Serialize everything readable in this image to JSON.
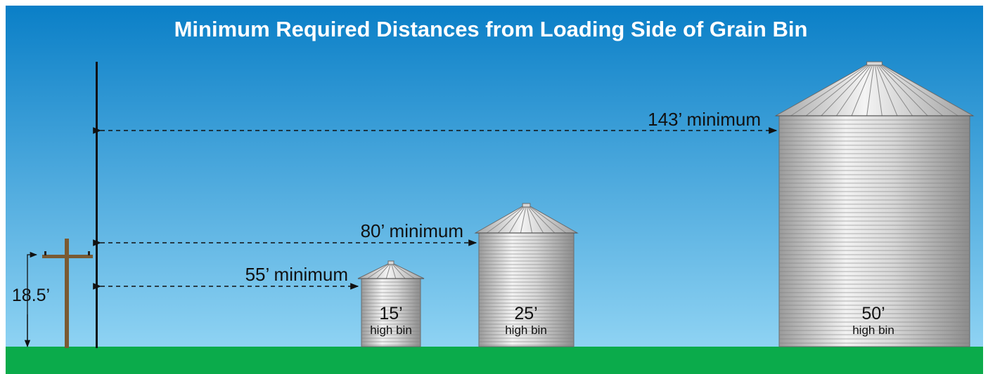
{
  "title": "Minimum Required Distances from Loading Side of Grain Bin",
  "pole": {
    "height_label": "18.5’"
  },
  "bins": [
    {
      "id": "small",
      "distance_label": "55’ minimum",
      "height_label": "15’",
      "sub_label": "high bin"
    },
    {
      "id": "medium",
      "distance_label": "80’ minimum",
      "height_label": "25’",
      "sub_label": "high bin"
    },
    {
      "id": "large",
      "distance_label": "143’ minimum",
      "height_label": "50’",
      "sub_label": "high bin"
    }
  ],
  "colors": {
    "sky_top": "#0a80c8",
    "sky_bottom": "#8fd3f3",
    "ground": "#0bab4b",
    "pole": "#7a5a32",
    "line": "#111111",
    "title_text": "#ffffff"
  }
}
